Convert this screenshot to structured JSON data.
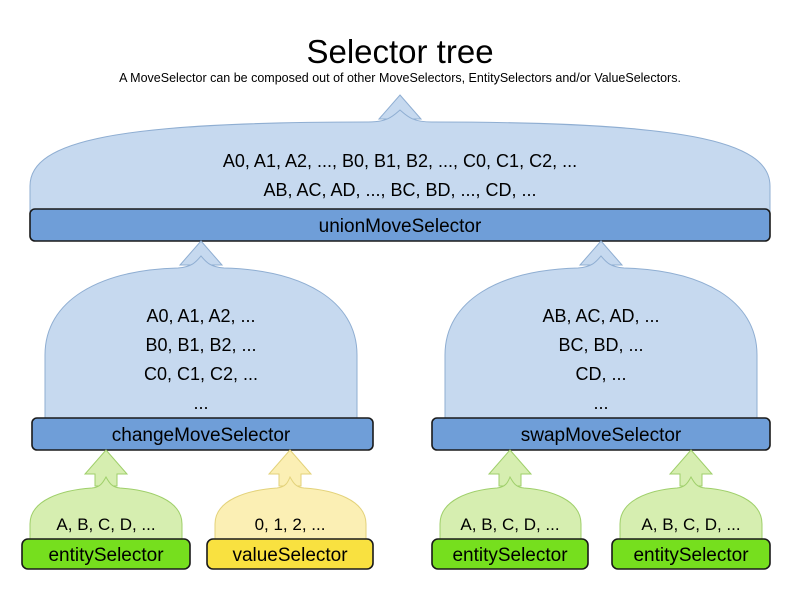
{
  "diagram": {
    "title": "Selector tree",
    "subtitle": "A MoveSelector can be composed out of other MoveSelectors, EntitySelectors and/or ValueSelectors.",
    "colors": {
      "dome_blue_fill": "#c6d9ef",
      "dome_blue_stroke": "#8faed2",
      "bar_blue_fill": "#6f9ed8",
      "bar_blue_stroke": "#1a1a1a",
      "dome_green_fill": "#d6eeb0",
      "dome_green_stroke": "#9fcf6a",
      "bar_green_fill": "#76df1e",
      "dome_yellow_fill": "#fbefb4",
      "dome_yellow_stroke": "#e3d27a",
      "bar_yellow_fill": "#f9e140",
      "background": "#ffffff",
      "text": "#000000"
    },
    "nodes": [
      {
        "id": "union-move-selector",
        "label": "unionMoveSelector",
        "kind": "move-selector",
        "lines": [
          "A0, A1, A2, ..., B0, B1, B2, ..., C0, C1, C2, ...",
          "AB, AC, AD, ..., BC, BD, ..., CD, ..."
        ]
      },
      {
        "id": "change-move-selector",
        "label": "changeMoveSelector",
        "kind": "move-selector",
        "lines": [
          "A0, A1, A2, ...",
          "B0, B1, B2, ...",
          "C0, C1, C2, ...",
          "..."
        ]
      },
      {
        "id": "swap-move-selector",
        "label": "swapMoveSelector",
        "kind": "move-selector",
        "lines": [
          "AB, AC, AD, ...",
          "BC, BD, ...",
          "CD, ...",
          "..."
        ]
      },
      {
        "id": "entity-selector-1",
        "label": "entitySelector",
        "kind": "entity-selector",
        "lines": [
          "A, B, C, D, ..."
        ]
      },
      {
        "id": "value-selector-1",
        "label": "valueSelector",
        "kind": "value-selector",
        "lines": [
          "0, 1, 2, ..."
        ]
      },
      {
        "id": "entity-selector-2",
        "label": "entitySelector",
        "kind": "entity-selector",
        "lines": [
          "A, B, C, D, ..."
        ]
      },
      {
        "id": "entity-selector-3",
        "label": "entitySelector",
        "kind": "entity-selector",
        "lines": [
          "A, B, C, D, ..."
        ]
      }
    ]
  }
}
